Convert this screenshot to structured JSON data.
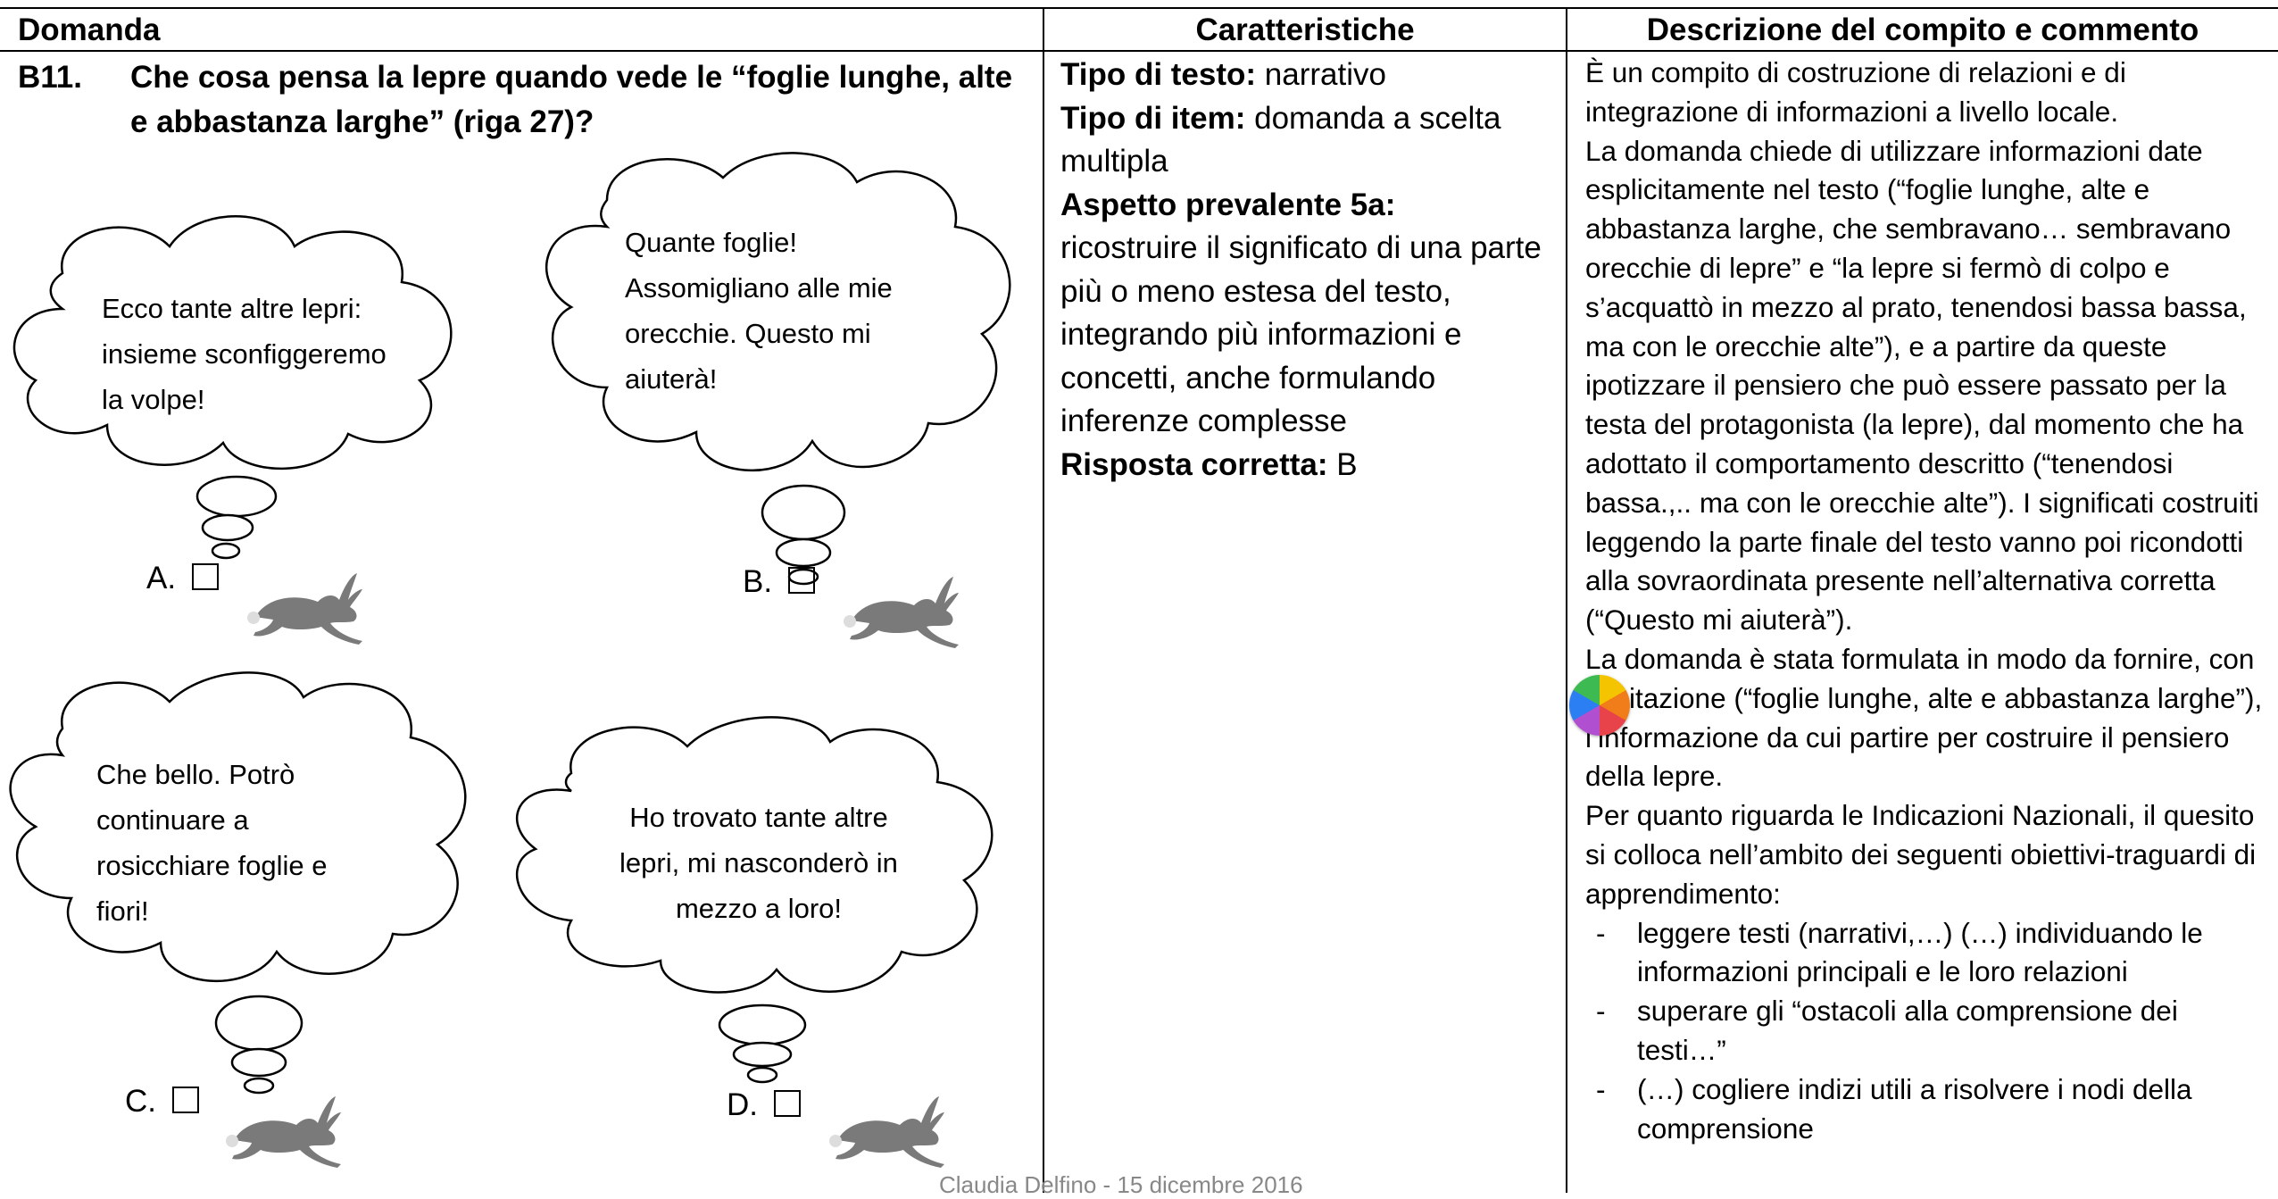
{
  "headers": {
    "domanda": "Domanda",
    "caratteristiche": "Caratteristiche",
    "descrizione": "Descrizione del compito e commento"
  },
  "question": {
    "number": "B11.",
    "text": "Che cosa pensa la lepre quando vede le “foglie lunghe, alte e abbastanza larghe” (riga 27)?"
  },
  "options": [
    {
      "letter": "A.",
      "thought": [
        "Ecco tante altre lepri:",
        "insieme sconfiggeremo",
        "la volpe!"
      ]
    },
    {
      "letter": "B.",
      "thought": [
        "Quante foglie!",
        "Assomigliano alle mie",
        "orecchie. Questo mi",
        "aiuterà!"
      ]
    },
    {
      "letter": "C.",
      "thought": [
        "Che bello. Potrò",
        "continuare a",
        "rosicchiare foglie e",
        "fiori!"
      ]
    },
    {
      "letter": "D.",
      "thought": [
        "Ho trovato tante altre",
        "lepri, mi nasconderò in",
        "mezzo a loro!"
      ]
    }
  ],
  "characteristics": {
    "tipo_testo_label": "Tipo di testo:",
    "tipo_testo_value": " narrativo",
    "tipo_item_label": "Tipo di item:",
    "tipo_item_value": " domanda a scelta multipla",
    "aspetto_label": "Aspetto prevalente 5a:",
    "aspetto_value": "ricostruire il significato di una parte più o meno estesa del testo, integrando più informazioni e concetti, anche formulando inferenze complesse",
    "risposta_label": "Risposta corretta:",
    "risposta_value": " B"
  },
  "description": {
    "p1": "È un compito di costruzione di relazioni e di integrazione di informazioni a livello locale.",
    "p2": "La domanda chiede di utilizzare informazioni date esplicitamente nel testo (“foglie lunghe, alte e abbastanza larghe, che sembravano… sembravano orecchie di lepre” e “la lepre si fermò di colpo e s’acquattò in mezzo al prato, tenendosi bassa bassa, ma con le orecchie alte”), e a partire da queste ipotizzare il pensiero che può essere passato per la testa del protagonista (la lepre), dal momento che ha adottato il comportamento descritto (“tenendosi bassa.,.. ma con le orecchie alte”). I significati costruiti leggendo la parte finale del testo vanno poi ricondotti alla sovraordinata presente nell’alternativa corretta (“Questo mi aiuterà”).",
    "p3": "La domanda è stata formulata in modo da fornire, con la citazione (“foglie lunghe, alte e abbastanza larghe”), l’informazione da cui partire per costruire il pensiero della lepre.",
    "p4": "Per quanto riguarda le Indicazioni Nazionali, il quesito si colloca nell’ambito dei seguenti obiettivi-traguardi di apprendimento:",
    "bullets": [
      "leggere testi (narrativi,…)  (…) individuando le informazioni principali e le loro relazioni",
      "superare gli “ostacoli alla comprensione dei testi…”",
      "(…) cogliere indizi utili a risolvere i nodi della comprensione"
    ]
  },
  "footer": "Claudia Delfino - 15 dicembre 2016"
}
